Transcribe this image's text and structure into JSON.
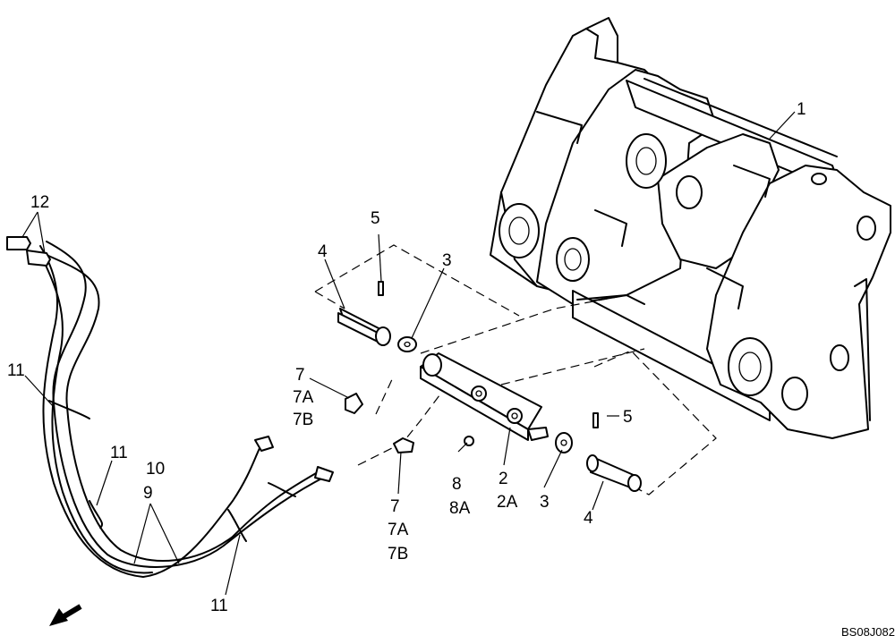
{
  "callouts": {
    "c1": "1",
    "c2": "2",
    "c2a": "2A",
    "c3a": "3",
    "c3b": "3",
    "c4a": "4",
    "c4b": "4",
    "c5a": "5",
    "c5b": "5",
    "c7a": "7",
    "c7a_a": "7A",
    "c7b_a": "7B",
    "c7b": "7",
    "c7a_b": "7A",
    "c7b_b": "7B",
    "c8": "8",
    "c8a": "8A",
    "c9": "9",
    "c10": "10",
    "c11a": "11",
    "c11b": "11",
    "c11c": "11",
    "c12": "12"
  },
  "reference_code": "BS08J082",
  "icons": {
    "direction_arrow": "arrow-down-left-icon"
  }
}
